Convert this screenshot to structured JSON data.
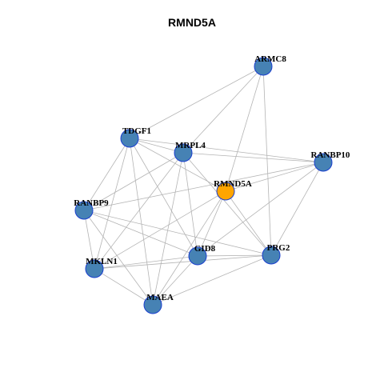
{
  "title": "RMND5A",
  "colors": {
    "node_fill": "#4682b4",
    "center_fill": "#ffa500",
    "node_stroke": "#1a3fcf",
    "edge": "#b4b4b4"
  },
  "nodes": [
    {
      "id": "ARMC8",
      "label": "ARMC8",
      "center": false
    },
    {
      "id": "TDGF1",
      "label": "TDGF1",
      "center": false
    },
    {
      "id": "MRPL4",
      "label": "MRPL4",
      "center": false
    },
    {
      "id": "RANBP10",
      "label": "RANBP10",
      "center": false
    },
    {
      "id": "RMND5A",
      "label": "RMND5A",
      "center": true
    },
    {
      "id": "RANBP9",
      "label": "RANBP9",
      "center": false
    },
    {
      "id": "GID8",
      "label": "GID8",
      "center": false
    },
    {
      "id": "PRG2",
      "label": "PRG2",
      "center": false
    },
    {
      "id": "MKLN1",
      "label": "MKLN1",
      "center": false
    },
    {
      "id": "MAEA",
      "label": "MAEA",
      "center": false
    }
  ],
  "edges": [
    [
      "ARMC8",
      "TDGF1"
    ],
    [
      "ARMC8",
      "MRPL4"
    ],
    [
      "ARMC8",
      "RMND5A"
    ],
    [
      "ARMC8",
      "PRG2"
    ],
    [
      "TDGF1",
      "MRPL4"
    ],
    [
      "TDGF1",
      "RANBP10"
    ],
    [
      "TDGF1",
      "RANBP9"
    ],
    [
      "TDGF1",
      "MKLN1"
    ],
    [
      "TDGF1",
      "MAEA"
    ],
    [
      "TDGF1",
      "GID8"
    ],
    [
      "TDGF1",
      "RMND5A"
    ],
    [
      "MRPL4",
      "RANBP10"
    ],
    [
      "MRPL4",
      "RANBP9"
    ],
    [
      "MRPL4",
      "MKLN1"
    ],
    [
      "MRPL4",
      "MAEA"
    ],
    [
      "MRPL4",
      "GID8"
    ],
    [
      "MRPL4",
      "PRG2"
    ],
    [
      "RANBP10",
      "RANBP9"
    ],
    [
      "RANBP10",
      "RMND5A"
    ],
    [
      "RANBP10",
      "GID8"
    ],
    [
      "RANBP10",
      "PRG2"
    ],
    [
      "RMND5A",
      "MKLN1"
    ],
    [
      "RMND5A",
      "GID8"
    ],
    [
      "RMND5A",
      "MAEA"
    ],
    [
      "RMND5A",
      "PRG2"
    ],
    [
      "RANBP9",
      "MKLN1"
    ],
    [
      "RANBP9",
      "MAEA"
    ],
    [
      "RANBP9",
      "GID8"
    ],
    [
      "RANBP9",
      "PRG2"
    ],
    [
      "GID8",
      "MKLN1"
    ],
    [
      "GID8",
      "MAEA"
    ],
    [
      "GID8",
      "PRG2"
    ],
    [
      "MKLN1",
      "PRG2"
    ],
    [
      "MKLN1",
      "MAEA"
    ],
    [
      "MAEA",
      "PRG2"
    ]
  ]
}
